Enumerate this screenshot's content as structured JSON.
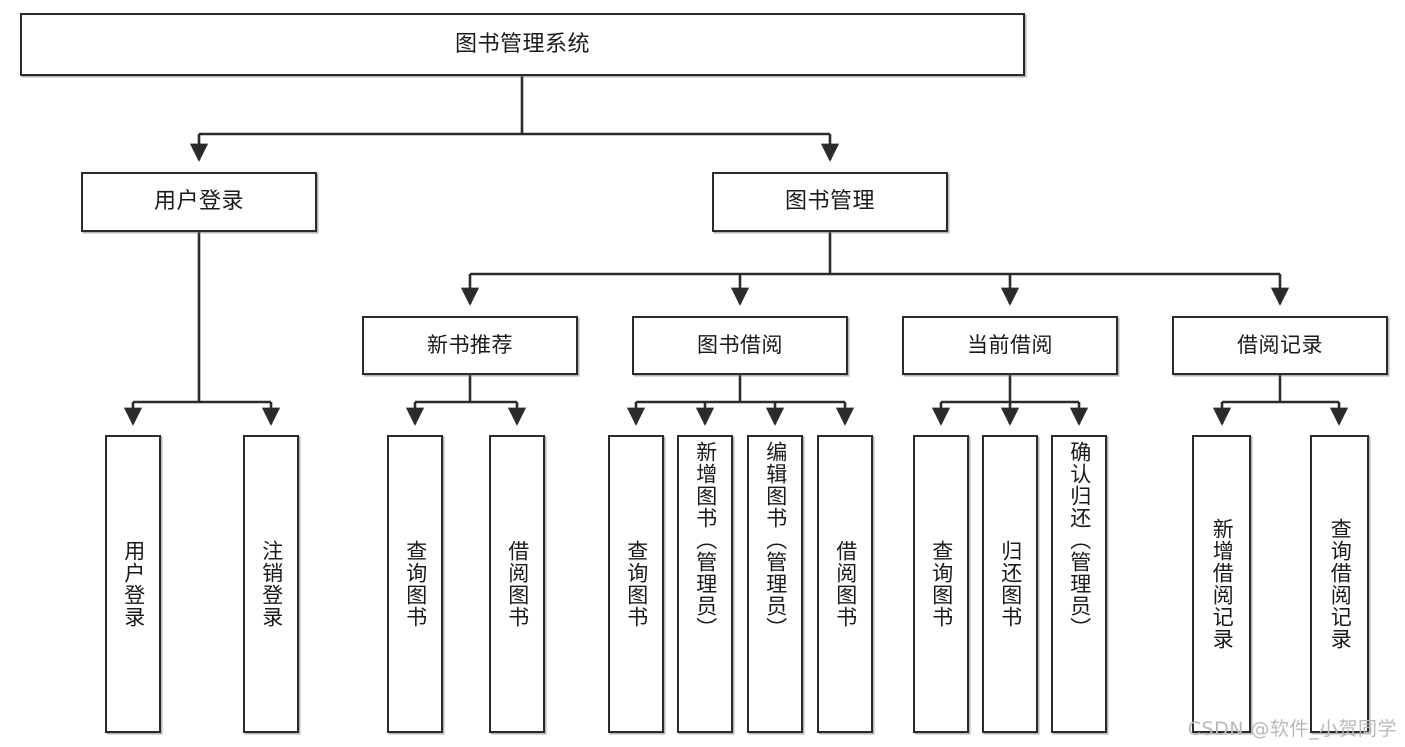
{
  "diagram": {
    "title": "图书管理系统",
    "type": "hierarchy-tree",
    "colors": {
      "box_border": "#2b2b2b",
      "box_fill": "#ffffff",
      "connector": "#2b2b2b",
      "text": "#1a1a1a",
      "watermark": "#b9b9b9",
      "background": "#ffffff"
    },
    "root": {
      "label": "图书管理系统"
    },
    "level2": [
      {
        "label": "用户登录"
      },
      {
        "label": "图书管理"
      }
    ],
    "level3": [
      {
        "label": "新书推荐"
      },
      {
        "label": "图书借阅"
      },
      {
        "label": "当前借阅"
      },
      {
        "label": "借阅记录"
      }
    ],
    "leaves": {
      "user_login": [
        {
          "label": "用户登录"
        },
        {
          "label": "注销登录"
        }
      ],
      "new_book_recommend": [
        {
          "label": "查询图书"
        },
        {
          "label": "借阅图书"
        }
      ],
      "book_borrow": [
        {
          "label": "查询图书"
        },
        {
          "label": "新增图书（管理员）"
        },
        {
          "label": "编辑图书（管理员）"
        },
        {
          "label": "借阅图书"
        }
      ],
      "current_borrow": [
        {
          "label": "查询图书"
        },
        {
          "label": "归还图书"
        },
        {
          "label": "确认归还（管理员）"
        }
      ],
      "borrow_records": [
        {
          "label": "新增借阅记录"
        },
        {
          "label": "查询借阅记录"
        }
      ]
    }
  },
  "watermark": {
    "text": "CSDN @软件_小贺同学"
  }
}
